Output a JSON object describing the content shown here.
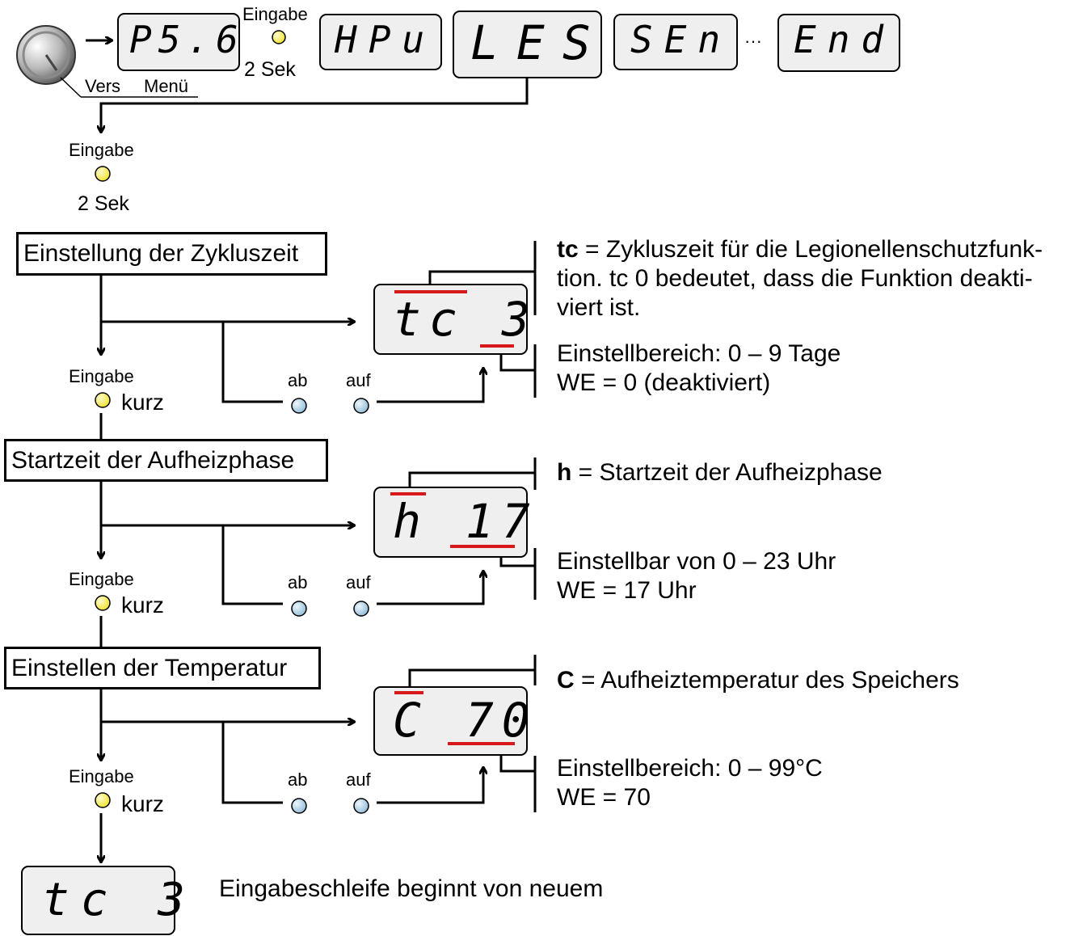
{
  "menu": {
    "knob_label_left": "Vers",
    "knob_label_right": "Menü",
    "first_display": "P5.6",
    "eingabe_label": "Eingabe",
    "eingabe_hold": "2 Sek",
    "menu_displays": [
      "HPu",
      "LES",
      "SEn",
      "End"
    ],
    "ellipsis": "···"
  },
  "entry": {
    "eingabe_label": "Eingabe",
    "hold_label": "2 Sek"
  },
  "steps": [
    {
      "title": "Einstellung der Zykluszeit",
      "display": "tc  3",
      "desc_bold": "tc",
      "desc_rest": " = Zykluszeit für die Legionellenschutzfunk-",
      "desc_line2": "tion. tc 0 bedeutet, dass die Funktion deakti-",
      "desc_line3": "viert ist.",
      "range": "Einstellbereich: 0 – 9 Tage",
      "default": "WE = 0 (deaktiviert)",
      "ab_label": "ab",
      "auf_label": "auf",
      "eingabe_label": "Eingabe",
      "press_label": "kurz"
    },
    {
      "title": "Startzeit der Aufheizphase",
      "display": "h 17",
      "desc_bold": "h",
      "desc_rest": " = Startzeit der Aufheizphase",
      "range": "Einstellbar von 0 – 23 Uhr",
      "default": "WE = 17 Uhr",
      "ab_label": "ab",
      "auf_label": "auf",
      "eingabe_label": "Eingabe",
      "press_label": "kurz"
    },
    {
      "title": "Einstellen der Temperatur",
      "display": "C 70",
      "desc_bold": "C",
      "desc_rest": " = Aufheiztemperatur des Speichers",
      "range": "Einstellbereich: 0 – 99°C",
      "default": "WE = 70",
      "ab_label": "ab",
      "auf_label": "auf",
      "eingabe_label": "Eingabe",
      "press_label": "kurz"
    }
  ],
  "loop": {
    "display": "tc 3",
    "text": "Eingabeschleife beginnt von neuem"
  },
  "colors": {
    "highlight": "#d7191c",
    "eingabe_led": "#f5ef3c",
    "button_led": "#a9cde3",
    "display_bg": "#efefef"
  }
}
